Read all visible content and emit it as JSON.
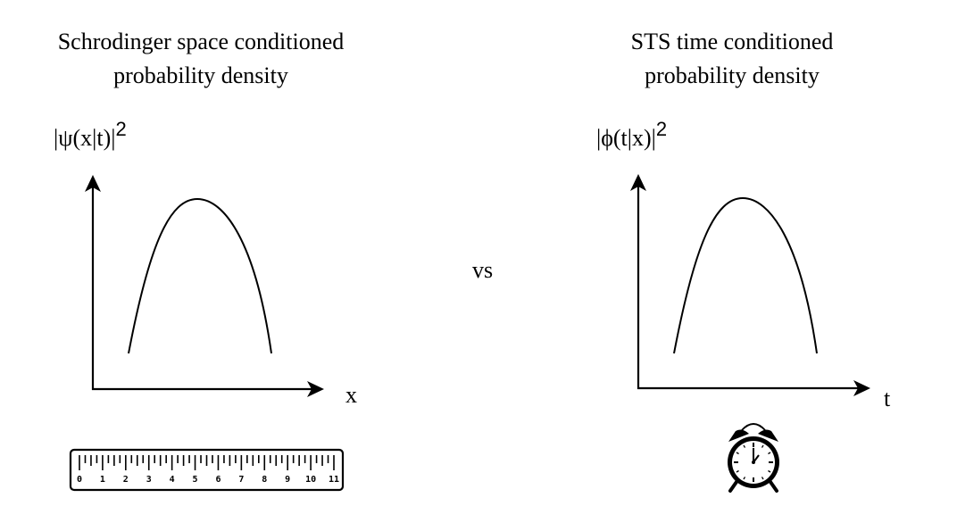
{
  "left": {
    "title_line1": "Schrodinger space conditioned",
    "title_line2": "probability density",
    "y_label": "|ψ(x|t)|",
    "y_label_power": "2",
    "x_label": "x",
    "instrument_icon": "ruler-icon",
    "ruler_ticks": [
      "0",
      "1",
      "2",
      "3",
      "4",
      "5",
      "6",
      "7",
      "8",
      "9",
      "10",
      "11"
    ]
  },
  "right": {
    "title_line1": "STS time conditioned",
    "title_line2": "probability density",
    "y_label": "|ϕ(t|x)|",
    "y_label_power": "2",
    "x_label": "t",
    "instrument_icon": "alarm-clock-icon"
  },
  "center": {
    "vs_label": "vs"
  }
}
